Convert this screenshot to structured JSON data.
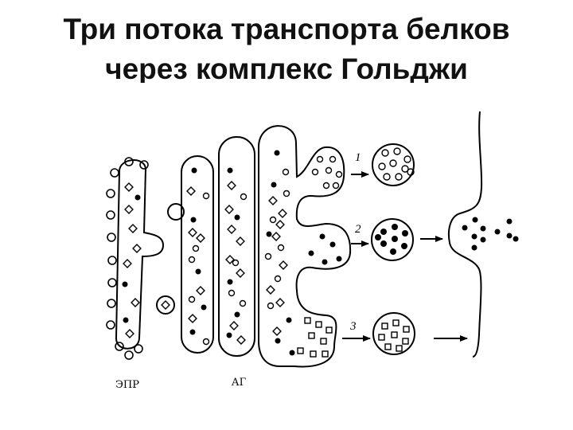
{
  "slide": {
    "title_line1": "Три потока транспорта белков",
    "title_line2": "через комплекс Гольджи"
  },
  "diagram": {
    "labels": {
      "er": "ЭПР",
      "golgi": "АГ"
    },
    "pathways": [
      "1",
      "2",
      "3"
    ]
  }
}
